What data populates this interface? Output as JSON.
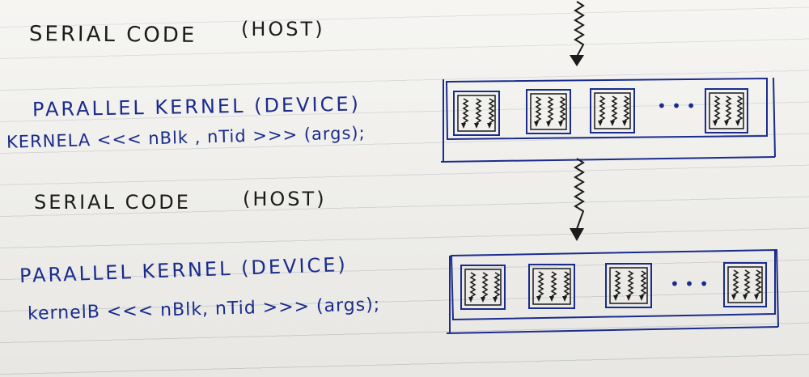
{
  "notes": {
    "serial_code_1": "SERIAL CODE",
    "host_1": "(HOST)",
    "parallel_kernel_1": "PARALLEL KERNEL (DEVICE)",
    "kernel_call_1": "KERNELA <<< nBlk , nTid >>> (args);",
    "serial_code_2": "SERIAL CODE",
    "host_2": "(HOST)",
    "parallel_kernel_2": "PARALLEL KERNEL (DEVICE)",
    "kernel_call_2": "kernelB <<< nBlk, nTid >>> (args);"
  },
  "grid1": {
    "ellipsis": "• • •"
  },
  "grid2": {
    "ellipsis": "• • •"
  },
  "colors": {
    "pencil": "#1b1b1b",
    "ink": "#1a2c8c"
  }
}
